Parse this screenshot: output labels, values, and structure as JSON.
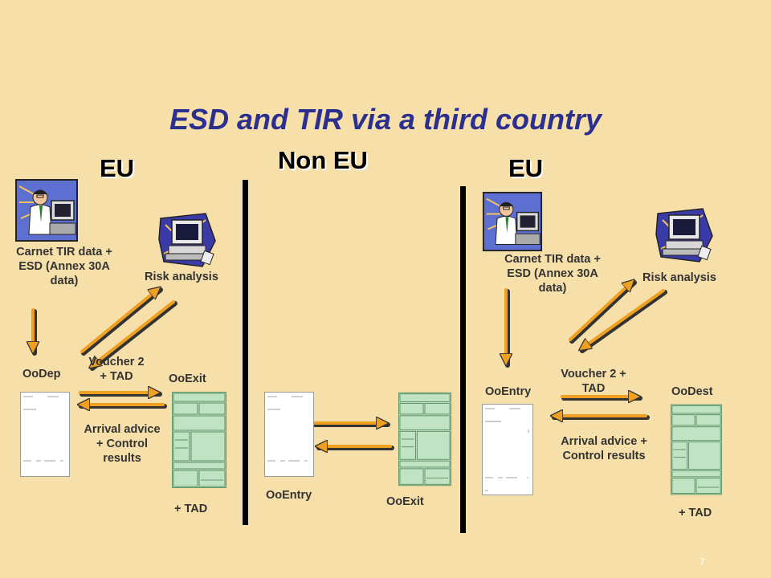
{
  "title": "ESD and TIR via a third country",
  "regions": {
    "eu_left": "EU",
    "non_eu": "Non EU",
    "eu_right": "EU"
  },
  "left": {
    "carnet_label": "Carnet TIR data + ESD (Annex 30A data)",
    "risk_label": "Risk analysis",
    "office_dep": "OoDep",
    "voucher_label": "Voucher 2 + TAD",
    "office_exit": "OoExit",
    "arrival_label": "Arrival advice + Control results",
    "tad_label": "+ TAD"
  },
  "middle": {
    "office_entry": "OoEntry",
    "office_exit": "OoExit"
  },
  "right": {
    "carnet_label": "Carnet TIR data + ESD (Annex 30A data)",
    "risk_label": "Risk analysis",
    "office_entry": "OoEntry",
    "voucher_label": "Voucher 2 + TAD",
    "office_dest": "OoDest",
    "arrival_label": "Arrival advice + Control results",
    "tad_label": "+ TAD"
  },
  "page_number": "7",
  "colors": {
    "background": "#f7dfa9",
    "title": "#2b2f8f",
    "arrow": "#f0a020",
    "form_green": "#bfe3c3"
  }
}
